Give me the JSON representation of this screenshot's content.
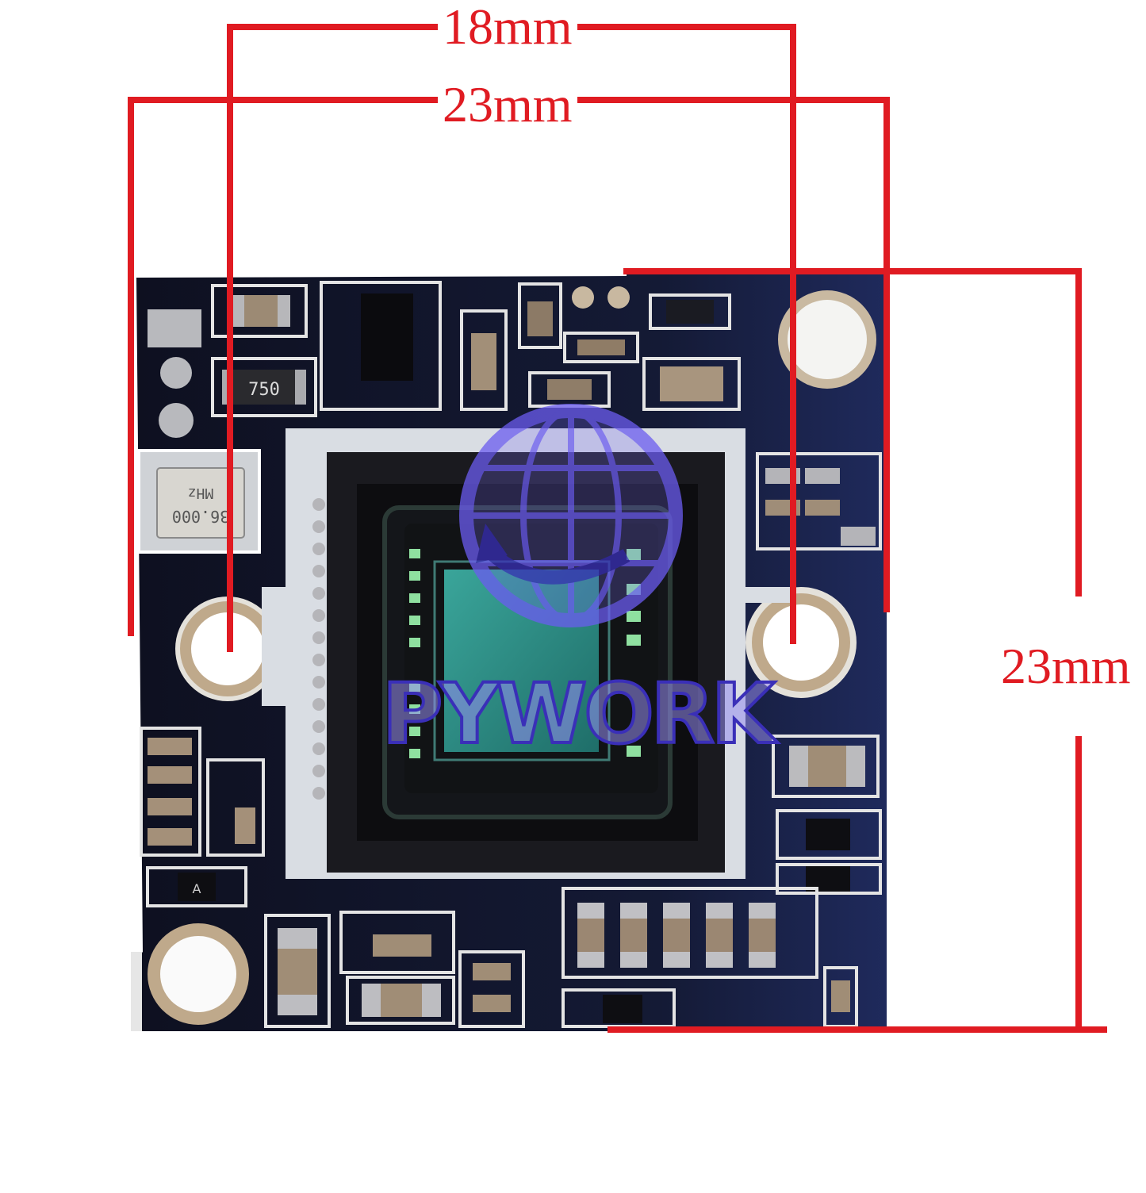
{
  "dimensions": {
    "sensor_hole_spacing": "18mm",
    "board_width": "23mm",
    "board_height": "23mm"
  },
  "board_markings": {
    "crystal_line1": "36.000",
    "crystal_line2": "MHz",
    "resistor": "750",
    "chip_mark": "A"
  },
  "watermark": {
    "text": "PYWORK"
  },
  "colors": {
    "dimension_lines": "#e01b22",
    "pcb": "#121526",
    "pcb_blue": "#1c2450",
    "silkscreen": "#d9dde3",
    "sensor": "#2f8f86",
    "watermark": "#6b5cf0"
  }
}
